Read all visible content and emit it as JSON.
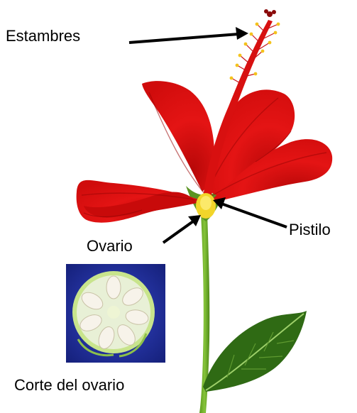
{
  "labels": {
    "stamens": "Estambres",
    "ovary": "Ovario",
    "pistil": "Pistilo",
    "ovary_section": "Corte del ovario"
  },
  "colors": {
    "petal": "#e01010",
    "petal_dark": "#9a0505",
    "stem": "#6fae2a",
    "leaf": "#2f6a14",
    "pistil_yellow": "#f2d52a",
    "inset_background": "#1f2fa0",
    "ovary_cells": "#f4efe4",
    "ovary_rim": "#a8d46a"
  }
}
